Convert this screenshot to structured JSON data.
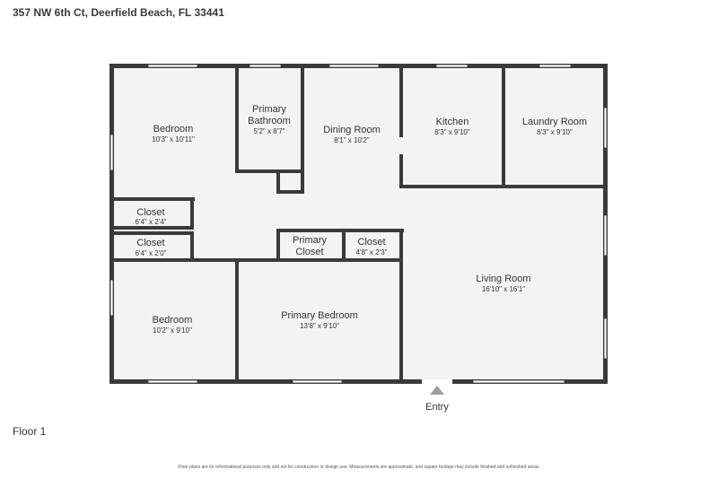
{
  "header": {
    "address": "357 NW 6th Ct, Deerfield Beach, FL 33441"
  },
  "floor_label": "Floor 1",
  "disclaimer": "Floor plans are for informational purposes only and not for construction or design use. Measurements are approximate, and square footage may include finished and unfinished areas.",
  "entry_label": "Entry",
  "rooms": {
    "bedroom_1": {
      "name": "Bedroom",
      "dims": "10'3\" x 10'11\""
    },
    "primary_bathroom": {
      "name_line1": "Primary",
      "name_line2": "Bathroom",
      "dims": "5'2\" x 8'7\""
    },
    "dining_room": {
      "name": "Dining Room",
      "dims": "8'1\" x 10'2\""
    },
    "kitchen": {
      "name": "Kitchen",
      "dims": "8'3\" x 9'10\""
    },
    "laundry_room": {
      "name": "Laundry Room",
      "dims": "8'3\" x 9'10\""
    },
    "closet_1": {
      "name": "Closet",
      "dims": "6'4\" x 2'4\""
    },
    "closet_2": {
      "name": "Closet",
      "dims": "6'4\" x 2'0\""
    },
    "primary_closet": {
      "name_line1": "Primary",
      "name_line2": "Closet"
    },
    "closet_3": {
      "name": "Closet",
      "dims": "4'8\" x 2'3\""
    },
    "living_room": {
      "name": "Living Room",
      "dims": "16'10\" x 16'1\""
    },
    "bedroom_2": {
      "name": "Bedroom",
      "dims": "10'2\" x 9'10\""
    },
    "primary_bedroom": {
      "name": "Primary Bedroom",
      "dims": "13'8\" x 9'10\""
    }
  },
  "colors": {
    "wall": "#3a3a3a",
    "floor": "#f3f3f3",
    "window": "#ffffff",
    "entry_arrow": "#9e9e9e"
  }
}
